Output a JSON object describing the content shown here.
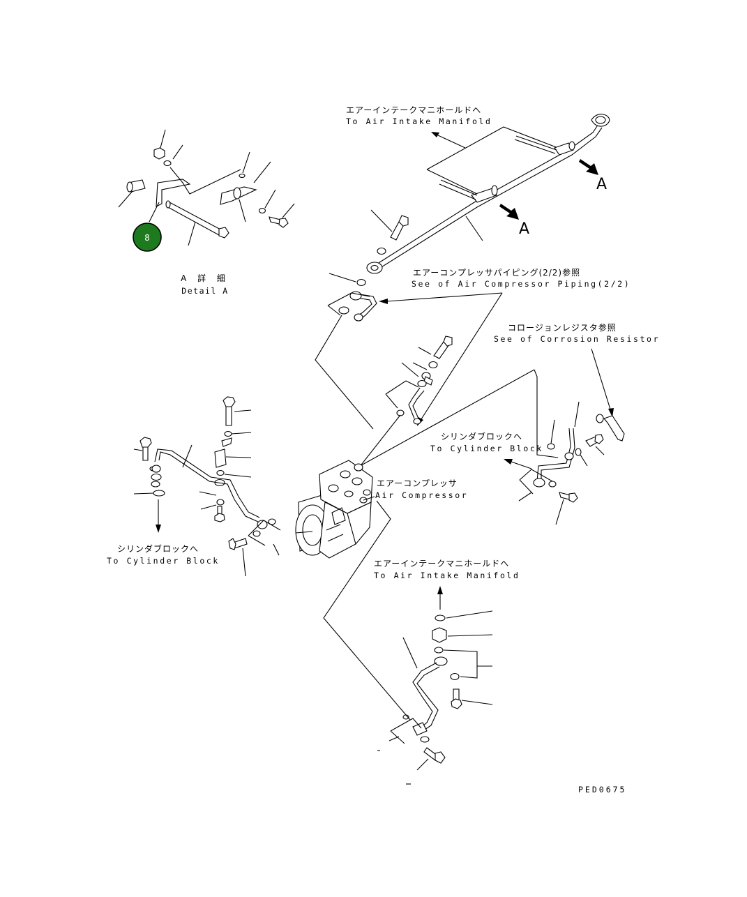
{
  "callout": {
    "number": "8",
    "color": "#1e7a1e"
  },
  "detail": {
    "jp": "A 詳 細",
    "en": "Detail A"
  },
  "arrow_marks": [
    "A",
    "A"
  ],
  "labels": {
    "intake_top_jp": "エアーインテークマニホールドへ",
    "intake_top_en": "To Air Intake Manifold",
    "piping_jp": "エアーコンプレッサパイピング(2/2)参照",
    "piping_en": "See of Air Compressor Piping(2/2)",
    "corrosion_jp": "コロージョンレジスタ参照",
    "corrosion_en": "See of Corrosion Resistor",
    "cyl_right_jp": "シリンダブロックへ",
    "cyl_right_en": "To Cylinder Block",
    "compressor_jp": "エアーコンプレッサ",
    "compressor_en": "Air Compressor",
    "cyl_left_jp": "シリンダブロックへ",
    "cyl_left_en": "To Cylinder Block",
    "intake_bottom_jp": "エアーインテークマニホールドへ",
    "intake_bottom_en": "To Air Intake Manifold"
  },
  "drawing_code": "PED0675"
}
